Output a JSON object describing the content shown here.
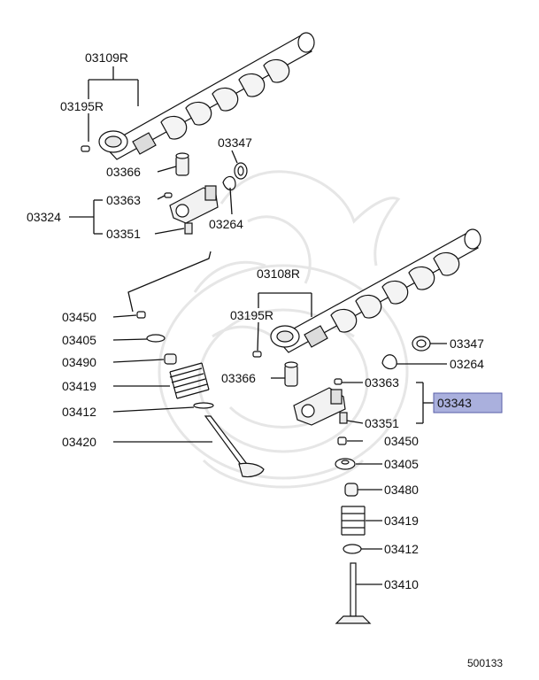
{
  "callouts": {
    "c03109R": "03109R",
    "c03195R_top": "03195R",
    "c03347_top": "03347",
    "c03366_top": "03366",
    "c03363_top": "03363",
    "c03324": "03324",
    "c03264_top": "03264",
    "c03351_top": "03351",
    "c03108R": "03108R",
    "c03195R_bot": "03195R",
    "c03450_left": "03450",
    "c03405_left": "03405",
    "c03490": "03490",
    "c03419_left": "03419",
    "c03412_left": "03412",
    "c03420": "03420",
    "c03347_right": "03347",
    "c03264_right": "03264",
    "c03366_right": "03366",
    "c03363_right": "03363",
    "c03343": "03343",
    "c03351_right": "03351",
    "c03450_right": "03450",
    "c03405_right": "03405",
    "c03480": "03480",
    "c03419_right": "03419",
    "c03412_right": "03412",
    "c03410": "03410"
  },
  "diagram_id": "500133",
  "colors": {
    "highlight_fill": "#aab0dd",
    "highlight_stroke": "#5a5fa8",
    "line": "#111111",
    "watermark": "#e6e6e6"
  }
}
